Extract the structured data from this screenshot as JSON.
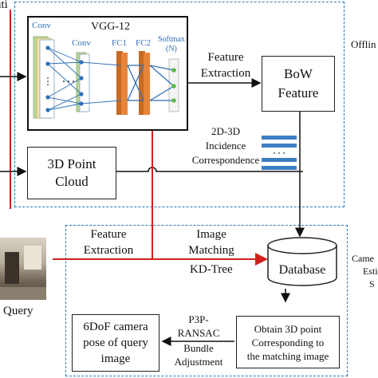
{
  "offline_frame": {
    "left_partial": "uti",
    "right_partial": "Offlin"
  },
  "vgg": {
    "title": "VGG-12",
    "conv1": "Conv",
    "conv2": "Conv",
    "fc1": "FC1",
    "fc2": "FC2",
    "softmax": "Softmax",
    "softmax_n": "(N)"
  },
  "feature_extraction_top": [
    "Feature",
    "Extraction"
  ],
  "bow_box": [
    "BoW",
    "Feature"
  ],
  "incidence_label": [
    "2D-3D",
    "Incidence",
    "Correspondence"
  ],
  "point_cloud_box": [
    "3D Point",
    "Cloud"
  ],
  "feature_extraction_bottom": [
    "Feature",
    "Extraction"
  ],
  "image_matching": [
    "Image",
    "Matching"
  ],
  "kd_tree": "KD-Tree",
  "database": "Database",
  "query_label": "Query",
  "online_frame_right": [
    "Came",
    "Esti",
    "S"
  ],
  "obtain_box": [
    "Obtain 3D point",
    "Corresponding to",
    "the matching image"
  ],
  "ransac_label": [
    "P3P-",
    "RANSAC",
    "Bundle",
    "Adjustment"
  ],
  "pose_box": [
    "6DoF camera",
    "pose of query",
    "image"
  ],
  "colors": {
    "frame_dash": "#2a78b8",
    "red_line": "#d0201a",
    "conv_green": "#b9d89a",
    "conv_yellow": "#f1e3a8",
    "fc_orange": "#e7843a",
    "node_blue": "#2f6fb5",
    "bar_blue": "#3d7fc4",
    "left_red": "#d0201a"
  }
}
